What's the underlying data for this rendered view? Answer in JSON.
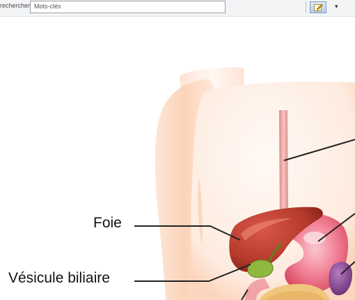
{
  "toolbar": {
    "label_fragment": "rechercher :",
    "input_value": "Mots-clés",
    "more_glyph": "▾",
    "icon": "edit-icon"
  },
  "figure": {
    "labels": {
      "liver": "Foie",
      "gallbladder": "Vésicule biliaire"
    },
    "colors": {
      "skin_light": "#fff2ea",
      "skin_mid": "#fcd9c3",
      "esophagus": "#e8a7a4",
      "liver": "#b43a2c",
      "stomach": "#ef6f86",
      "gallbladder": "#8fb93e",
      "spleen": "#7d3d86",
      "pancreas": "#f0c67d",
      "leader_line": "#222222"
    }
  }
}
